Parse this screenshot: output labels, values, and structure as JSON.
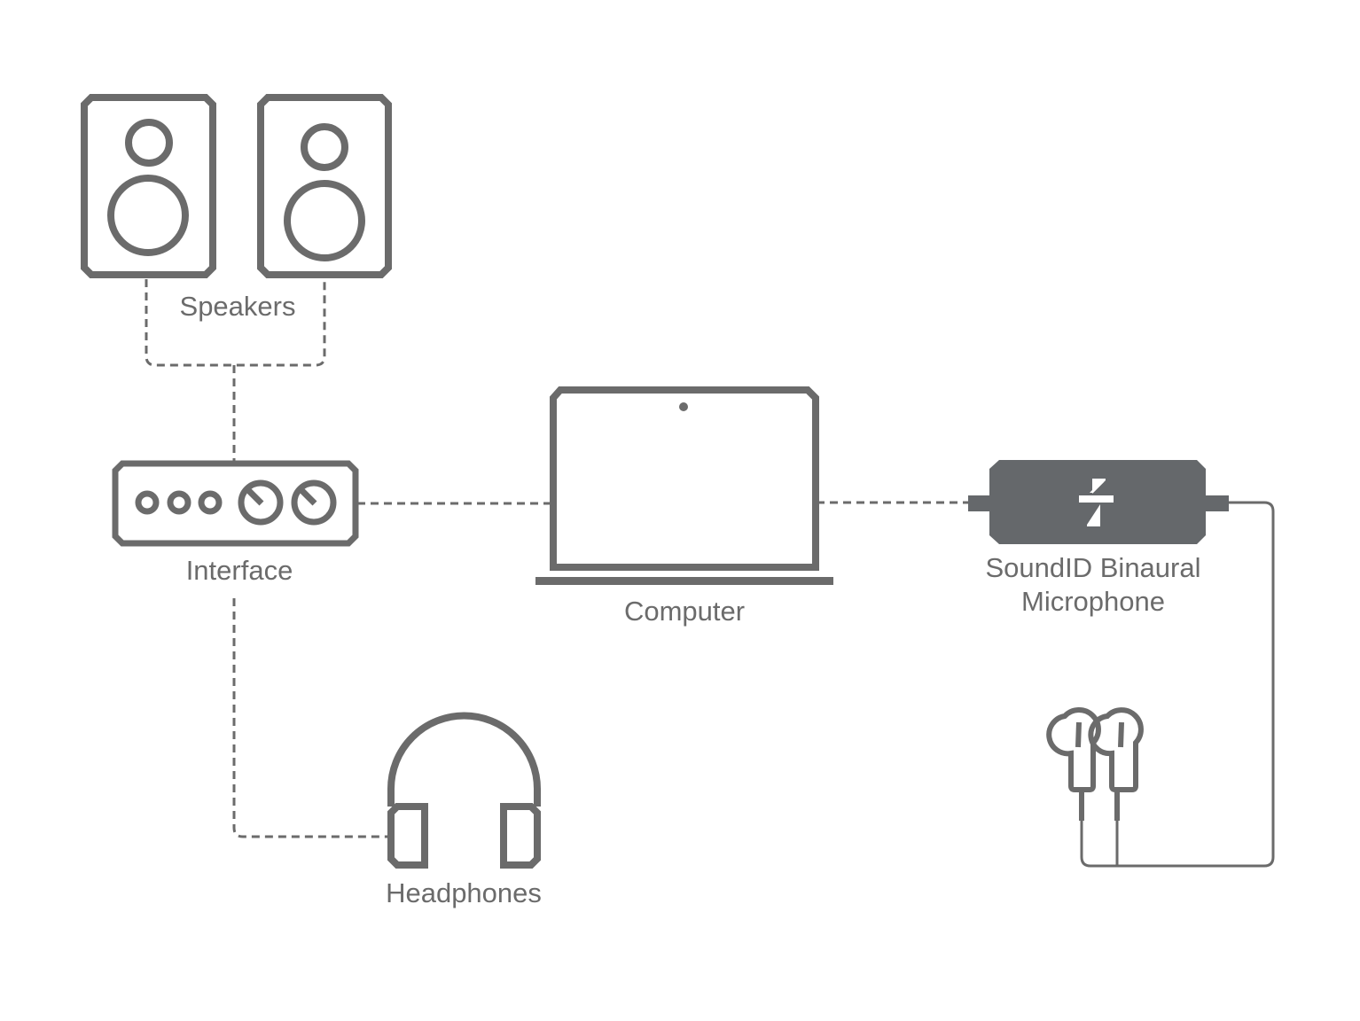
{
  "diagram": {
    "colors": {
      "stroke": "#6b6b6b",
      "fill_dark": "#65686b",
      "label": "#6b6b6b",
      "background": "#ffffff"
    },
    "labels": {
      "speakers": "Speakers",
      "interface": "Interface",
      "computer": "Computer",
      "microphone_line1": "SoundID Binaural",
      "microphone_line2": "Microphone",
      "headphones": "Headphones"
    },
    "nodes": [
      {
        "id": "speakers",
        "icon": "speaker-pair-icon"
      },
      {
        "id": "interface",
        "icon": "audio-interface-icon"
      },
      {
        "id": "computer",
        "icon": "laptop-icon"
      },
      {
        "id": "microphone",
        "icon": "binaural-microphone-icon"
      },
      {
        "id": "earbuds",
        "icon": "earbuds-icon"
      },
      {
        "id": "headphones",
        "icon": "headphones-icon"
      }
    ],
    "connections": [
      {
        "from": "speakers",
        "to": "interface",
        "style": "dashed"
      },
      {
        "from": "interface",
        "to": "computer",
        "style": "dashed"
      },
      {
        "from": "computer",
        "to": "microphone",
        "style": "dashed"
      },
      {
        "from": "interface",
        "to": "headphones",
        "style": "dashed"
      },
      {
        "from": "microphone",
        "to": "earbuds",
        "style": "solid"
      }
    ]
  }
}
